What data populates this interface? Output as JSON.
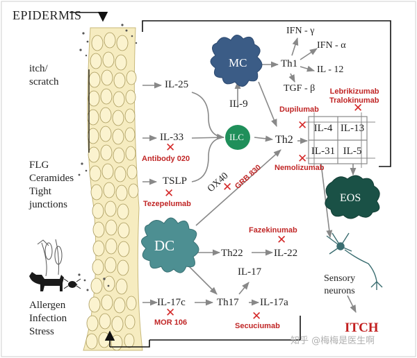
{
  "labels": {
    "epidermis": "EPIDERMIS",
    "itch_scratch": "itch/\nscratch",
    "barrier": "FLG\nCeramides\nTight\njunctions",
    "triggers": "Allergen\nInfection\nStress"
  },
  "nodes": {
    "il25": "IL-25",
    "il33": "IL-33",
    "tslp": "TSLP",
    "il9": "IL-9",
    "mc": "MC",
    "ilc": "ILC",
    "dc": "DC",
    "eos": "EOS",
    "th1": "Th1",
    "ifn_gamma": "IFN - γ",
    "ifn_alpha": "IFN - α",
    "il12": "IL - 12",
    "tgf_beta": "TGF - β",
    "th2": "Th2",
    "ox40": "OX40",
    "th22": "Th22",
    "il22": "IL-22",
    "il17": "IL-17",
    "il17c": "IL-17c",
    "th17": "Th17",
    "il17a": "IL-17a",
    "sensory_neurons": "Sensory\nneurons",
    "itch": "ITCH"
  },
  "grid": [
    "IL-4",
    "IL-13",
    "IL-31",
    "IL-5"
  ],
  "drugs": {
    "lebri_tralo": "Lebrikizumab\nTralokinumab",
    "dupilumab": "Dupilumab",
    "nemolizumab": "Nemolizumab",
    "antibody_020": "Antibody 020",
    "tezepelumab": "Tezepelumab",
    "grb830": "GRB 830",
    "fazekinumab": "Fazekinumab",
    "mor106": "MOR 106",
    "secuciumab": "Secuciumab"
  },
  "marks": {
    "x": "✕"
  },
  "colors": {
    "mast_cell": "#3b5c86",
    "ilc": "#1f8f5a",
    "dendritic_cell": "#4d8f92",
    "eosinophil": "#1a5146",
    "inhibitor": "#c02626",
    "skin": "#f6ecc0"
  },
  "watermark": "知乎 @梅梅是医生啊"
}
